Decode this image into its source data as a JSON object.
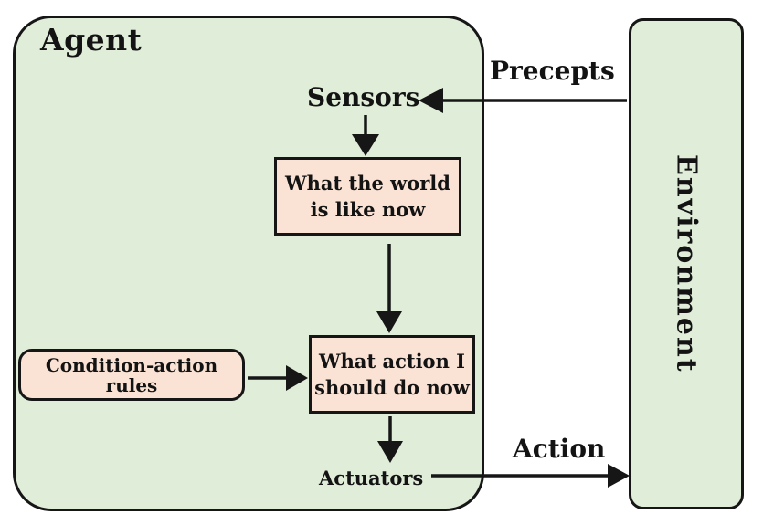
{
  "diagram": {
    "agent_label": "Agent",
    "environment_label": "Environment",
    "flow_labels": {
      "precepts": "Precepts",
      "sensors": "Sensors",
      "actuators": "Actuators",
      "action": "Action"
    },
    "nodes": {
      "world_state": {
        "line1": "What the world",
        "line2": "is like now"
      },
      "decision": {
        "line1": "What action I",
        "line2": "should do now"
      },
      "rules": "Condition-action rules"
    },
    "colors": {
      "container_fill": "#dfedd9",
      "node_fill": "#fae2d4",
      "line": "#161616"
    }
  }
}
